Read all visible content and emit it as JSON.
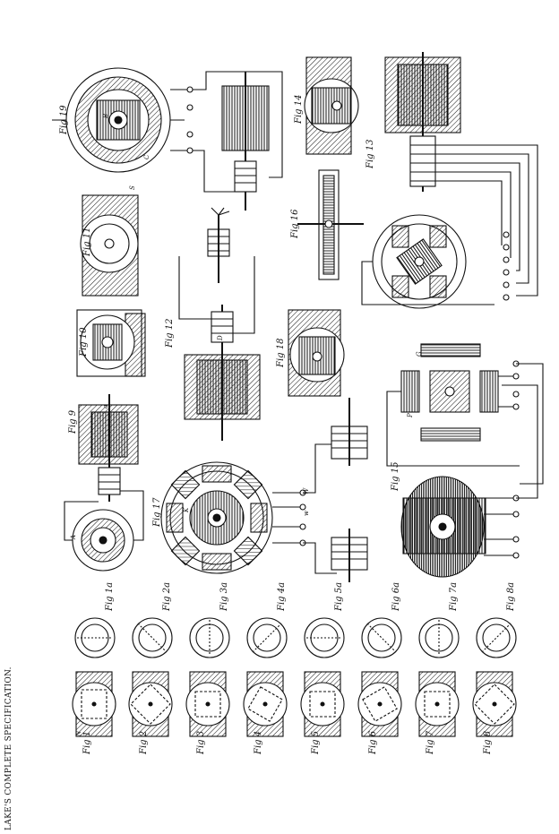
{
  "page": {
    "side_title": "LAKE'S COMPLETE SPECIFICATION."
  },
  "figures": {
    "fig1": "Fig 1",
    "fig1a": "Fig 1a",
    "fig2": "Fig 2",
    "fig2a": "Fig 2a",
    "fig3": "Fig 3",
    "fig3a": "Fig 3a",
    "fig4": "Fig 4",
    "fig4a": "Fig 4a",
    "fig5": "Fig 5",
    "fig5a": "Fig 5a",
    "fig6": "Fig 6",
    "fig6a": "Fig 6a",
    "fig7": "Fig 7",
    "fig7a": "Fig 7a",
    "fig8": "Fig 8",
    "fig8a": "Fig 8a",
    "fig9": "Fig 9",
    "fig10": "Fig 10",
    "fig11": "Fig 11",
    "fig12": "Fig 12",
    "fig13": "Fig 13",
    "fig14": "Fig 14",
    "fig15": "Fig 15",
    "fig16": "Fig 16",
    "fig17": "Fig 17",
    "fig18": "Fig 18",
    "fig19": "Fig 19"
  },
  "letters": {
    "A": "A",
    "a": "a",
    "B": "B",
    "C": "C",
    "D": "D",
    "G": "G",
    "K": "K",
    "N": "N",
    "P": "P",
    "S": "S",
    "W": "W",
    "w": "w"
  },
  "colors": {
    "ink": "#111111",
    "paper": "#ffffff"
  }
}
